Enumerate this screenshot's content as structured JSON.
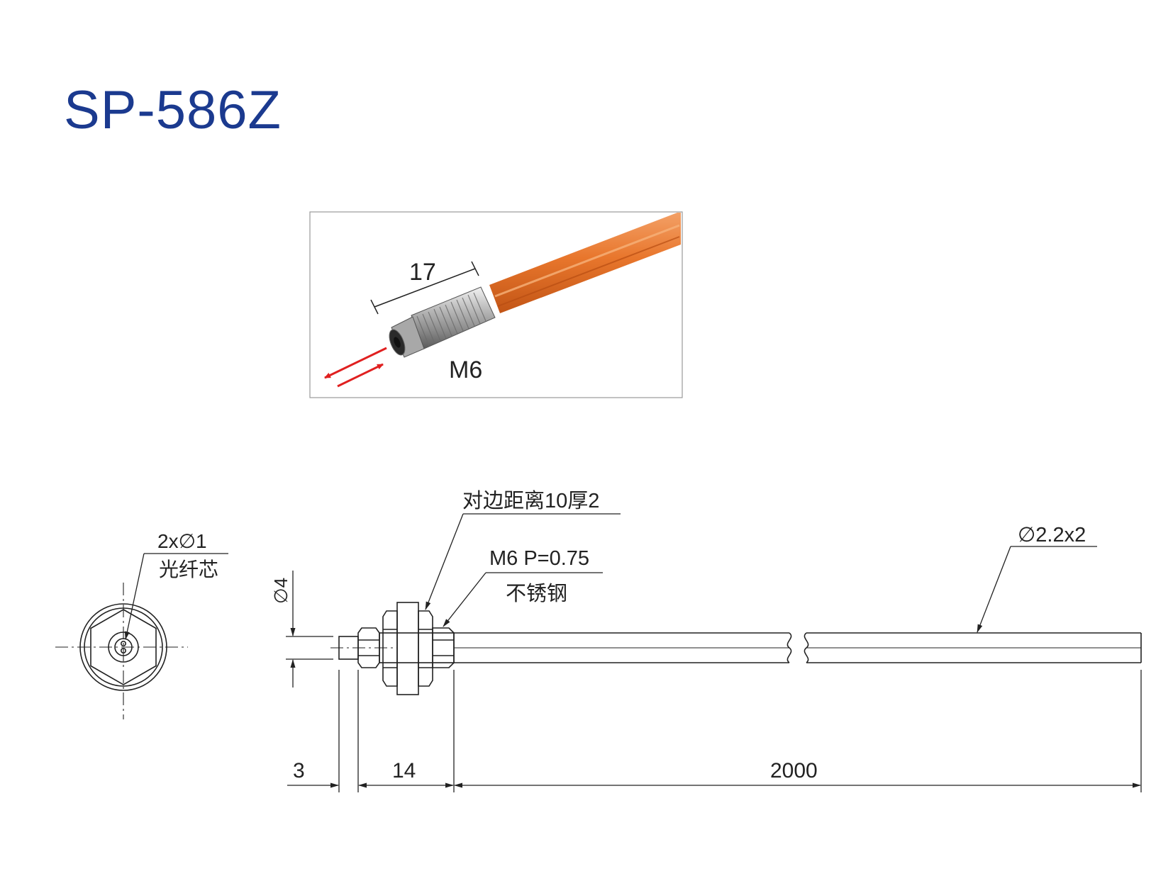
{
  "title": "SP-586Z",
  "photo": {
    "length_label": "17",
    "thread_label": "M6"
  },
  "end_view": {
    "core_label": "2x∅1",
    "core_desc": "光纤芯"
  },
  "side_view": {
    "nut_label": "对边距离10厚2",
    "thread_label": "M6 P=0.75",
    "material_label": "不锈钢",
    "diameter_label": "∅4",
    "cable_label": "∅2.2x2",
    "dim_tip": "3",
    "dim_head": "14",
    "dim_cable": "2000"
  },
  "colors": {
    "title": "#1b3a8f",
    "cable": "#e8762c",
    "arrow": "#e02020",
    "line": "#222222"
  }
}
